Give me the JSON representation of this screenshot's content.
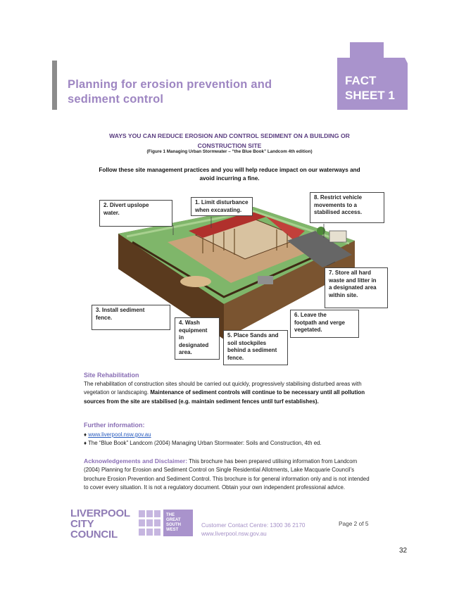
{
  "header": {
    "title_line1": "Planning for erosion prevention and",
    "title_line2": "sediment control",
    "fact_line1": "FACT",
    "fact_line2": "SHEET 1"
  },
  "heading": {
    "line1": "WAYS YOU CAN REDUCE EROSION AND CONTROL SEDIMENT ON A BUILDING OR",
    "line2": "CONSTRUCTION SITE",
    "caption": "(Figure 1 Managing Urban Stormwater – “the Blue Book” Landcom 4th edition)"
  },
  "intro": {
    "line1": "Follow these site management practices and you will help reduce impact on our waterways and",
    "line2": "avoid incurring a fine."
  },
  "callouts": {
    "c1": [
      "1.  Limit disturbance",
      "when excavating."
    ],
    "c2": [
      "2.  Divert upslope",
      "water."
    ],
    "c3": [
      "3.  Install sediment",
      "fence."
    ],
    "c4": [
      "4.   Wash",
      "equipment",
      "in",
      "designated",
      "area."
    ],
    "c5": [
      "5.  Place Sands and",
      "soil stockpiles",
      "behind a sediment",
      "fence."
    ],
    "c6": [
      "6.  Leave the",
      "footpath and verge",
      "vegetated."
    ],
    "c7": [
      "7.  Store all hard",
      "waste and litter in",
      "a designated area",
      "within site."
    ],
    "c8": [
      "8.  Restrict vehicle",
      "movements to a",
      "stabilised access."
    ]
  },
  "rehab": {
    "heading": "Site Rehabilitation",
    "text": "The rehabilitation of construction sites should be carried out quickly, progressively stabilising disturbed areas with vegetation or landscaping.",
    "bold": "Maintenance of sediment controls will continue to be necessary until all pollution sources from the site are stabilised (e.g. maintain sediment fences until turf establishes)."
  },
  "further": {
    "heading": "Further information:",
    "bullet": "♦",
    "link": "www.liverpool.nsw.gov.au",
    "item2": "The “Blue Book” Landcom (2004) Managing Urban Stormwater: Soils and Construction, 4th ed."
  },
  "ack": {
    "heading": "Acknowledgements and Disclaimer:",
    "text": "This brochure has been prepared utilising information from Landcom (2004) Planning for Erosion and Sediment Control on Single Residential Allotments, Lake Macquarie Council’s brochure Erosion Prevention and Sediment Control.  This brochure is for general information only and is not intended to cover every situation.  It is not a regulatory document.  Obtain your own independent professional advice."
  },
  "footer": {
    "logo_line1": "LIVERPOOL",
    "logo_line2": "CITY",
    "logo_line3": "COUNCIL",
    "gsw": [
      "THE",
      "GREAT",
      "SOUTH",
      "WEST"
    ],
    "contact1": "Customer Contact Centre: 1300 36 2170",
    "contact2": "www.liverpool.nsw.gov.au",
    "page": "Page 2 of 5",
    "folio": "32"
  },
  "colors": {
    "accent": "#9e86c2",
    "heading": "#5a3d80",
    "link": "#2a5dbf"
  }
}
